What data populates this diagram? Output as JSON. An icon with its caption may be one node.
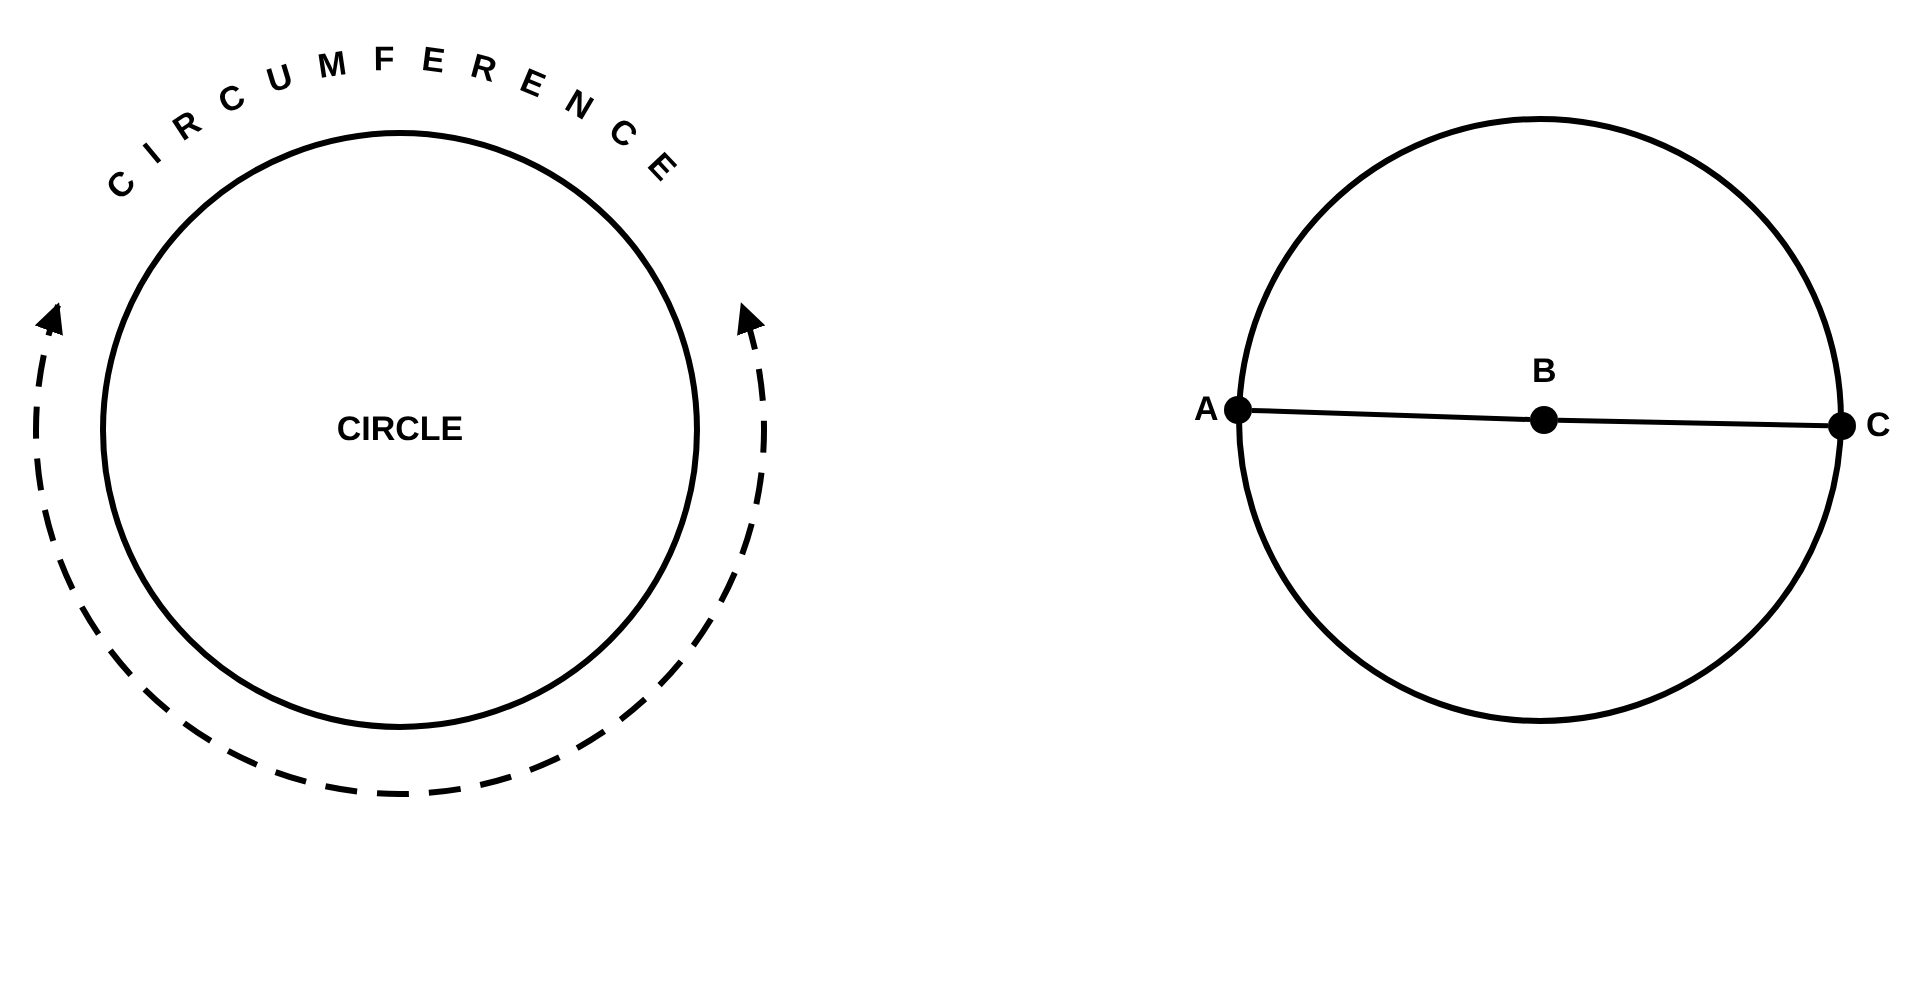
{
  "diagram": {
    "nodes": [
      {
        "text": [
          "CIRCLE"
        ]
      },
      {
        "text": [],
        "shape": "circle"
      },
      {
        "text": [],
        "shape": "circle",
        "beside": [
          "A"
        ]
      },
      {
        "text": [],
        "shape": "circle",
        "beside": [
          "B"
        ],
        "in": 1
      },
      {
        "text": [],
        "shape": "circle",
        "beside": [
          "C"
        ]
      }
    ],
    "edges": [
      {
        "from": 2,
        "to": 3,
        "arrow": "none"
      },
      {
        "from": 3,
        "to": 4,
        "arrow": "none"
      }
    ],
    "labels": [
      "CIRCUMFERENCE"
    ]
  }
}
